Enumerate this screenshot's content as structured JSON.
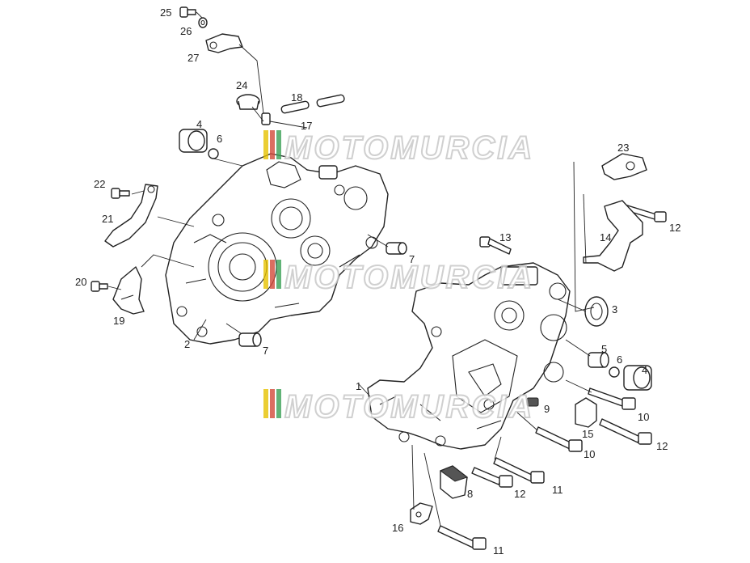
{
  "watermark": {
    "text": "MOTOMURCIA",
    "stripe_colors": [
      "#e6c200",
      "#d24a3a",
      "#3aa055"
    ],
    "count": 3
  },
  "callouts": [
    {
      "id": "c25",
      "text": "25"
    },
    {
      "id": "c26",
      "text": "26"
    },
    {
      "id": "c27",
      "text": "27"
    },
    {
      "id": "c24",
      "text": "24"
    },
    {
      "id": "c18",
      "text": "18"
    },
    {
      "id": "c17",
      "text": "17"
    },
    {
      "id": "c4a",
      "text": "4"
    },
    {
      "id": "c6a",
      "text": "6"
    },
    {
      "id": "c22",
      "text": "22"
    },
    {
      "id": "c21",
      "text": "21"
    },
    {
      "id": "c20",
      "text": "20"
    },
    {
      "id": "c19",
      "text": "19"
    },
    {
      "id": "c2",
      "text": "2"
    },
    {
      "id": "c7a",
      "text": "7"
    },
    {
      "id": "c7b",
      "text": "7"
    },
    {
      "id": "c23",
      "text": "23"
    },
    {
      "id": "c12a",
      "text": "12"
    },
    {
      "id": "c14",
      "text": "14"
    },
    {
      "id": "c13",
      "text": "13"
    },
    {
      "id": "c3",
      "text": "3"
    },
    {
      "id": "c5",
      "text": "5"
    },
    {
      "id": "c6b",
      "text": "6"
    },
    {
      "id": "c4b",
      "text": "4"
    },
    {
      "id": "c1",
      "text": "1"
    },
    {
      "id": "c9",
      "text": "9"
    },
    {
      "id": "c10a",
      "text": "10"
    },
    {
      "id": "c15",
      "text": "15"
    },
    {
      "id": "c12b",
      "text": "12"
    },
    {
      "id": "c10b",
      "text": "10"
    },
    {
      "id": "c8",
      "text": "8"
    },
    {
      "id": "c12c",
      "text": "12"
    },
    {
      "id": "c11a",
      "text": "11"
    },
    {
      "id": "c16",
      "text": "16"
    },
    {
      "id": "c11b",
      "text": "11"
    }
  ]
}
